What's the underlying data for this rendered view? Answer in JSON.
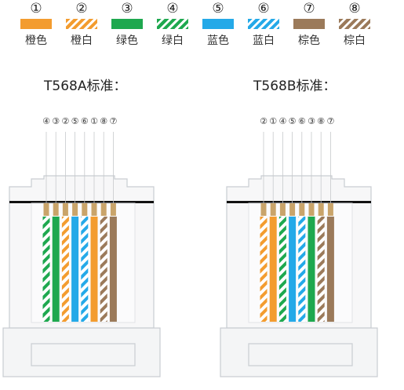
{
  "legend": [
    {
      "num": "①",
      "label": "橙色",
      "color": "#f39c2f",
      "striped": false
    },
    {
      "num": "②",
      "label": "橙白",
      "color": "#f39c2f",
      "striped": true
    },
    {
      "num": "③",
      "label": "绿色",
      "color": "#1ea84f",
      "striped": false
    },
    {
      "num": "④",
      "label": "绿白",
      "color": "#1ea84f",
      "striped": true
    },
    {
      "num": "⑤",
      "label": "蓝色",
      "color": "#24a9e8",
      "striped": false
    },
    {
      "num": "⑥",
      "label": "蓝白",
      "color": "#24a9e8",
      "striped": true
    },
    {
      "num": "⑦",
      "label": "棕色",
      "color": "#9b7a5a",
      "striped": false
    },
    {
      "num": "⑧",
      "label": "棕白",
      "color": "#9b7a5a",
      "striped": true
    }
  ],
  "standards": [
    {
      "title": "T568A标准：",
      "order": [
        "④",
        "③",
        "②",
        "⑤",
        "⑥",
        "①",
        "⑧",
        "⑦"
      ]
    },
    {
      "title": "T568B标准：",
      "order": [
        "②",
        "①",
        "④",
        "⑤",
        "⑥",
        "③",
        "⑧",
        "⑦"
      ]
    }
  ]
}
